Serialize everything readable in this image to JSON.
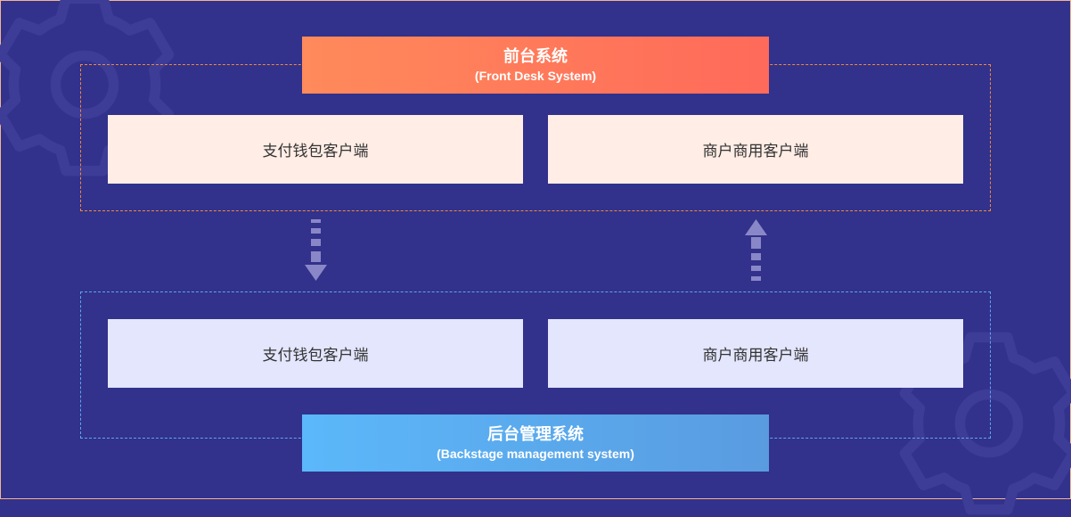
{
  "front": {
    "title": "前台系统",
    "subtitle": "(Front Desk System)",
    "boxes": [
      {
        "label": "支付钱包客户端"
      },
      {
        "label": "商户商用客户端"
      }
    ]
  },
  "back": {
    "title": "后台管理系统",
    "subtitle": "(Backstage management system)",
    "boxes": [
      {
        "label": "支付钱包客户端"
      },
      {
        "label": "商户商用客户端"
      }
    ]
  },
  "colors": {
    "background": "#32318b",
    "front_gradient": [
      "#ff8a5b",
      "#ff6a5a"
    ],
    "back_gradient": [
      "#5bb8fa",
      "#5a9be0"
    ],
    "front_box": "#ffede6",
    "back_box": "#e3e6fd"
  },
  "icons": [
    "gear-icon",
    "arrow-down-icon",
    "arrow-up-icon"
  ]
}
